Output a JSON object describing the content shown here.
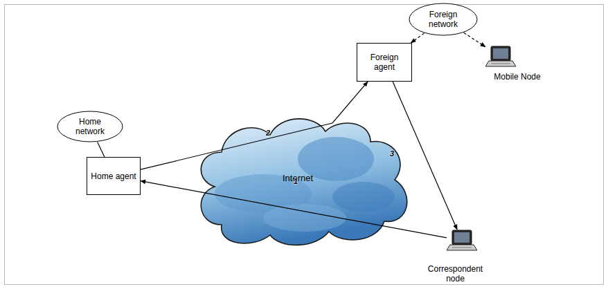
{
  "diagram": {
    "nodes": [
      {
        "text": [
          "Foreign network"
        ]
      },
      {
        "text": [
          "Foreign agent"
        ]
      },
      {
        "text": [
          "Mobile Node"
        ]
      },
      {
        "text": [
          "Home network"
        ]
      },
      {
        "text": [
          "Home agent"
        ]
      },
      {
        "text": [
          "Internet"
        ]
      },
      {
        "text": [
          "Correspondent node"
        ]
      }
    ],
    "edges": [
      {
        "from": 0,
        "to": 1,
        "arrow": "to"
      },
      {
        "from": 0,
        "to": 2,
        "arrow": "to"
      },
      {
        "from": 3,
        "to": 4,
        "arrow": "none"
      },
      {
        "from": 6,
        "to": 4,
        "label": "1",
        "arrow": "to"
      },
      {
        "from": 4,
        "to": 1,
        "label": "2",
        "arrow": "to"
      },
      {
        "from": 1,
        "to": 6,
        "label": "3",
        "arrow": "to"
      }
    ]
  }
}
